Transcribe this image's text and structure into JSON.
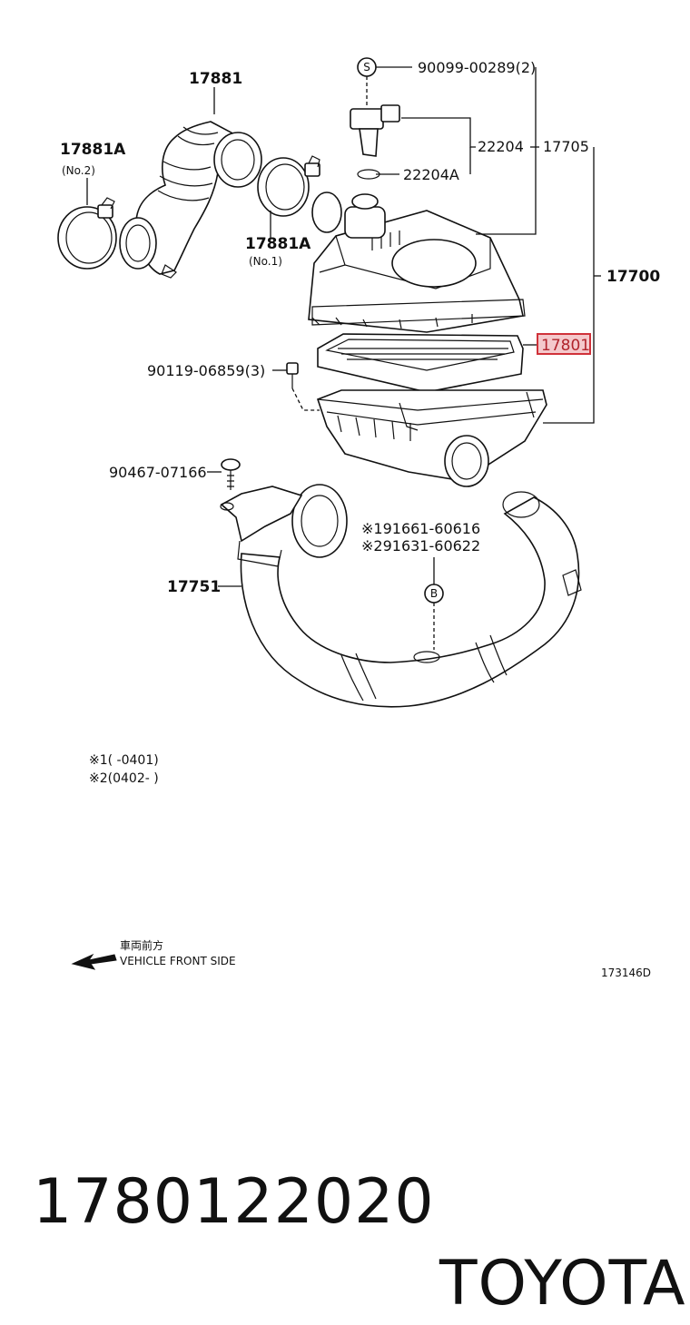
{
  "diagram": {
    "labels": {
      "p17881": "17881",
      "p17881A_2": "17881A",
      "no2": "(No.2)",
      "p17881A_1": "17881A",
      "no1": "(No.1)",
      "s_marker": "S",
      "p90099": "90099-00289(2)",
      "p22204": "22204",
      "p17705": "17705",
      "p22204A": "22204A",
      "p17700": "17700",
      "p17801": "17801",
      "p90119": "90119-06859(3)",
      "p90467": "90467-07166",
      "ref1": "※191661-60616",
      "ref2": "※291631-60622",
      "b_marker": "B",
      "p17751": "17751",
      "note1": "※1(  -0401)",
      "note2": "※2(0402-  )",
      "front_jp": "車両前方",
      "front_en": "VEHICLE FRONT SIDE",
      "drawing_no": "173146D"
    },
    "highlight_color": "#d0323a"
  },
  "footer": {
    "part_number": "1780122020",
    "brand": "TOYOTA"
  }
}
